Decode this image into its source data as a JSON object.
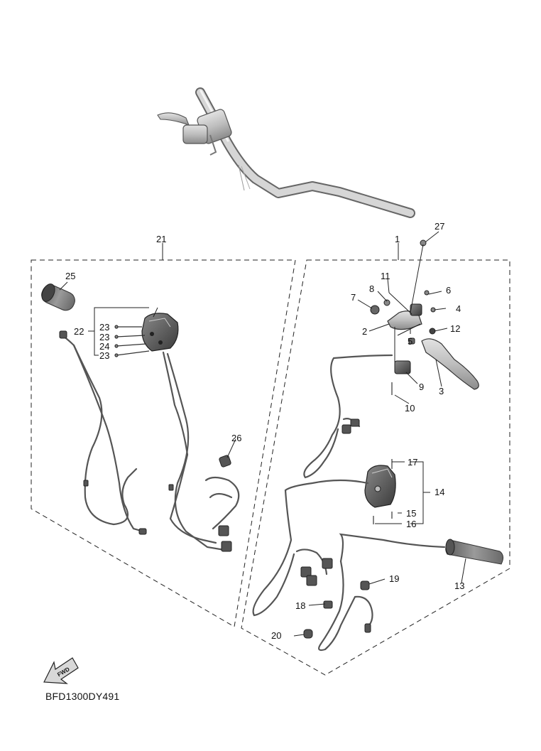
{
  "diagram": {
    "drawing_code": "BFD1300DY491",
    "fwd_badge": "FWD",
    "callouts": {
      "c1": "1",
      "c2": "2",
      "c3": "3",
      "c4": "4",
      "c5": "5",
      "c6": "6",
      "c7": "7",
      "c8": "8",
      "c9": "9",
      "c10": "10",
      "c11": "11",
      "c12": "12",
      "c13": "13",
      "c14": "14",
      "c15": "15",
      "c16": "16",
      "c17": "17",
      "c18": "18",
      "c19": "19",
      "c20": "20",
      "c21": "21",
      "c22": "22",
      "c23a": "23",
      "c23b": "23",
      "c24": "24",
      "c23c": "23",
      "c25": "25",
      "c26": "26",
      "c27": "27"
    }
  }
}
